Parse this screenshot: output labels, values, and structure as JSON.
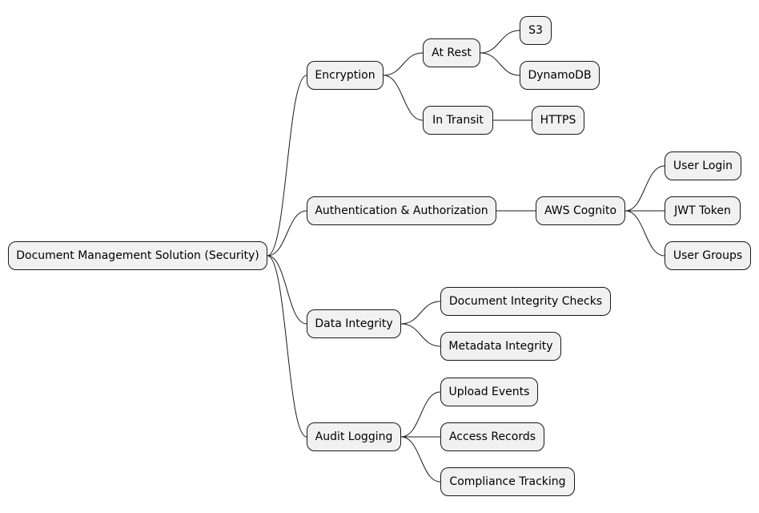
{
  "diagram": {
    "type": "mindmap",
    "colors": {
      "node_fill": "#f1f1f1",
      "node_border": "#181818",
      "edge": "#181818"
    },
    "root": {
      "label": "Document Management Solution (Security)",
      "children": [
        {
          "label": "Encryption",
          "children": [
            {
              "label": "At Rest",
              "children": [
                {
                  "label": "S3"
                },
                {
                  "label": "DynamoDB"
                }
              ]
            },
            {
              "label": "In Transit",
              "children": [
                {
                  "label": "HTTPS"
                }
              ]
            }
          ]
        },
        {
          "label": "Authentication & Authorization",
          "children": [
            {
              "label": "AWS Cognito",
              "children": [
                {
                  "label": "User Login"
                },
                {
                  "label": "JWT Token"
                },
                {
                  "label": "User Groups"
                }
              ]
            }
          ]
        },
        {
          "label": "Data Integrity",
          "children": [
            {
              "label": "Document Integrity Checks"
            },
            {
              "label": "Metadata Integrity"
            }
          ]
        },
        {
          "label": "Audit Logging",
          "children": [
            {
              "label": "Upload Events"
            },
            {
              "label": "Access Records"
            },
            {
              "label": "Compliance Tracking"
            }
          ]
        }
      ]
    }
  }
}
